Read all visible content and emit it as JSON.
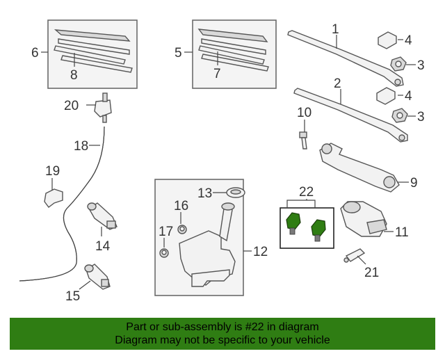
{
  "diagram": {
    "callouts": [
      "1",
      "2",
      "3",
      "3",
      "4",
      "4",
      "5",
      "6",
      "7",
      "8",
      "9",
      "10",
      "11",
      "12",
      "13",
      "14",
      "15",
      "16",
      "17",
      "18",
      "19",
      "20",
      "21",
      "22"
    ],
    "highlight_color": "#2f7d13",
    "highlight_part": "22"
  },
  "banner": {
    "line1": "Part or sub-assembly is #22 in diagram",
    "line2": "Diagram may not be specific to your vehicle",
    "background": "#2f7d13"
  }
}
